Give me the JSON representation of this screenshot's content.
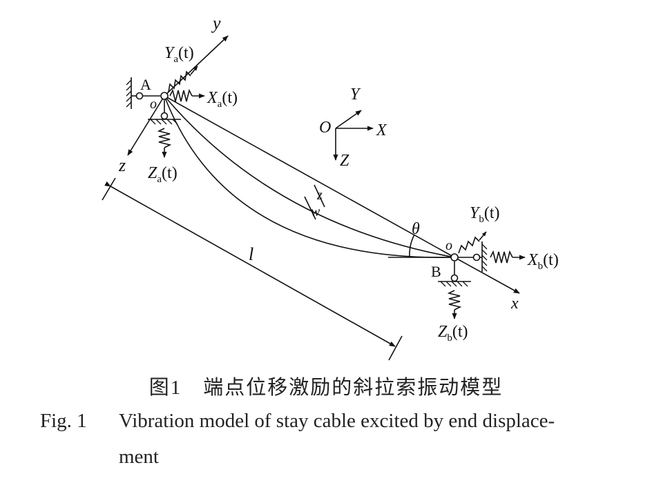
{
  "labels": {
    "point_a": "A",
    "point_b": "B",
    "origin_a": "o",
    "origin_b": "o",
    "axis_y_local": "y",
    "axis_z_local": "z",
    "axis_x_local": "x",
    "global_origin": "O",
    "global_x": "X",
    "global_y": "Y",
    "global_z": "Z",
    "length": "l",
    "angle": "θ",
    "defl_z": "z",
    "defl_w": "w"
  },
  "excitations": {
    "ya": {
      "sym": "Y",
      "sub": "a",
      "arg": "(t)"
    },
    "xa": {
      "sym": "X",
      "sub": "a",
      "arg": "(t)"
    },
    "za": {
      "sym": "Z",
      "sub": "a",
      "arg": "(t)"
    },
    "yb": {
      "sym": "Y",
      "sub": "b",
      "arg": "(t)"
    },
    "xb": {
      "sym": "X",
      "sub": "b",
      "arg": "(t)"
    },
    "zb": {
      "sym": "Z",
      "sub": "b",
      "arg": "(t)"
    }
  },
  "caption": {
    "cn": "图1　端点位移激励的斜拉索振动模型",
    "en_number": "Fig. 1",
    "en_line1": "Vibration model of stay cable excited by end displace-",
    "en_line2": "ment"
  }
}
